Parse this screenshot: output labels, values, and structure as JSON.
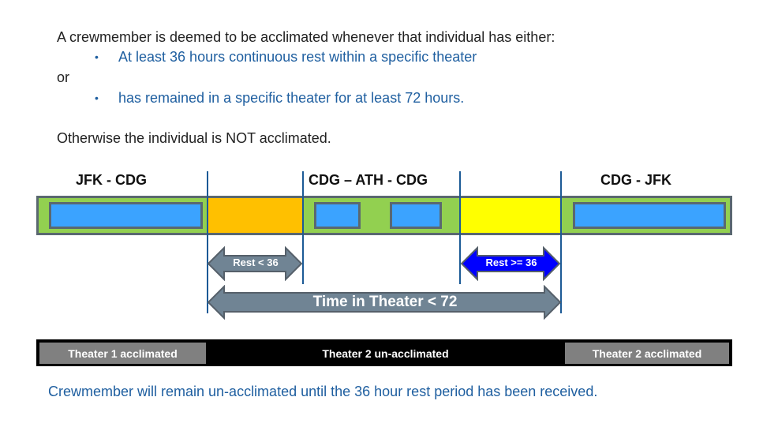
{
  "intro": {
    "line1": "A crewmember is deemed to be acclimated whenever that individual has either:",
    "bullet_char": "•",
    "bullet1": "At least 36 hours continuous rest within a specific theater",
    "or": "or",
    "bullet2": "has remained in a specific theater for at least 72 hours.",
    "otherwise": "Otherwise the individual is NOT acclimated."
  },
  "timeline": {
    "segments": [
      {
        "label": "JFK - CDG",
        "type": "flight"
      },
      {
        "label": "",
        "type": "rest",
        "color": "#ffc000"
      },
      {
        "label": "CDG – ATH - CDG",
        "type": "flight"
      },
      {
        "label": "",
        "type": "rest",
        "color": "#ffff00"
      },
      {
        "label": "CDG - JFK",
        "type": "flight"
      }
    ],
    "colors": {
      "track": "#92d050",
      "flight": "#3ba3ff",
      "rest_short": "#ffc000",
      "rest_long": "#ffff00",
      "divider": "#1c5a96"
    }
  },
  "arrows": {
    "rest_short": {
      "label": "Rest < 36",
      "color": "#708494"
    },
    "rest_long": {
      "label": "Rest >= 36",
      "color": "#0000ff"
    },
    "time_in_theater": {
      "label": "Time in Theater < 72",
      "color": "#708494"
    }
  },
  "status_bar": {
    "cells": [
      {
        "label": "Theater 1 acclimated",
        "color": "#808080"
      },
      {
        "label": "Theater 2 un-acclimated",
        "color": "#000000"
      },
      {
        "label": "Theater 2 acclimated",
        "color": "#808080"
      }
    ]
  },
  "footer": "Crewmember will remain un-acclimated until the 36 hour rest period has been received."
}
